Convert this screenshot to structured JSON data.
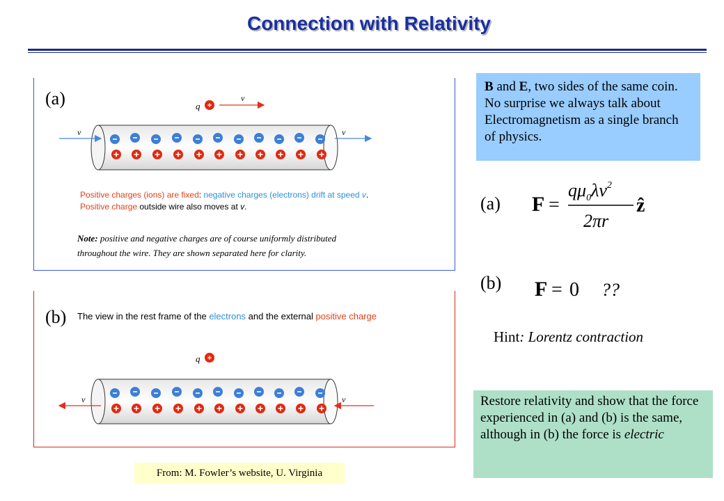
{
  "header": {
    "title": "Connection with Relativity"
  },
  "panel_a": {
    "label": "(a)",
    "q": "q",
    "v": "v",
    "caption_line1_red": "Positive charges (ions) are fixed",
    "caption_line1_colon": ": ",
    "caption_line1_blue": "negative charges (electrons) drift at speed ",
    "caption_line1_v": "v",
    "caption_line1_end": ".",
    "caption_line2_red": "Positive charge",
    "caption_line2_rest": " outside wire also moves at ",
    "caption_line2_v": "v",
    "caption_line2_end": ".",
    "note_label": "Note:",
    "note_line1": " positive and negative charges are of course uniformly distributed",
    "note_line2": "throughout the wire. They are shown separated here for clarity."
  },
  "panel_b": {
    "label": "(b)",
    "caption_start": "The view in the rest frame  of the ",
    "caption_electrons": "electrons",
    "caption_mid": " and the external ",
    "caption_positive": "positive charge",
    "q": "q",
    "v": "v"
  },
  "info_box": {
    "B": "B",
    "and": " and ",
    "E": "E",
    "rest": ", two sides of the same coin. No surprise we always talk about Electromagnetism as a single branch of physics."
  },
  "equations": {
    "a_label": "(a)",
    "b_label": "(b)",
    "F": "F",
    "eq": "=",
    "numerator_q": "q",
    "numerator_mu": "μ",
    "numerator_sub": "0",
    "numerator_lambda": "λ",
    "numerator_v": "v",
    "numerator_exp": "2",
    "denominator": "2πr",
    "zhat": "ẑ",
    "b_rhs": "0",
    "b_question": "??"
  },
  "hint": {
    "prefix": "Hint",
    "text": ": Lorentz contraction"
  },
  "conclusion": {
    "text": "Restore relativity and show that the force experienced in (a) and (b) is the same, although in (b) the force is ",
    "emph": "electric"
  },
  "credit": "From: M. Fowler’s website, U. Virginia",
  "colors": {
    "title": "#1a2fa0",
    "electron": "#3c7fd8",
    "ion": "#e02a10",
    "caption_red": "#e0401a",
    "caption_blue": "#2f8fd8"
  }
}
